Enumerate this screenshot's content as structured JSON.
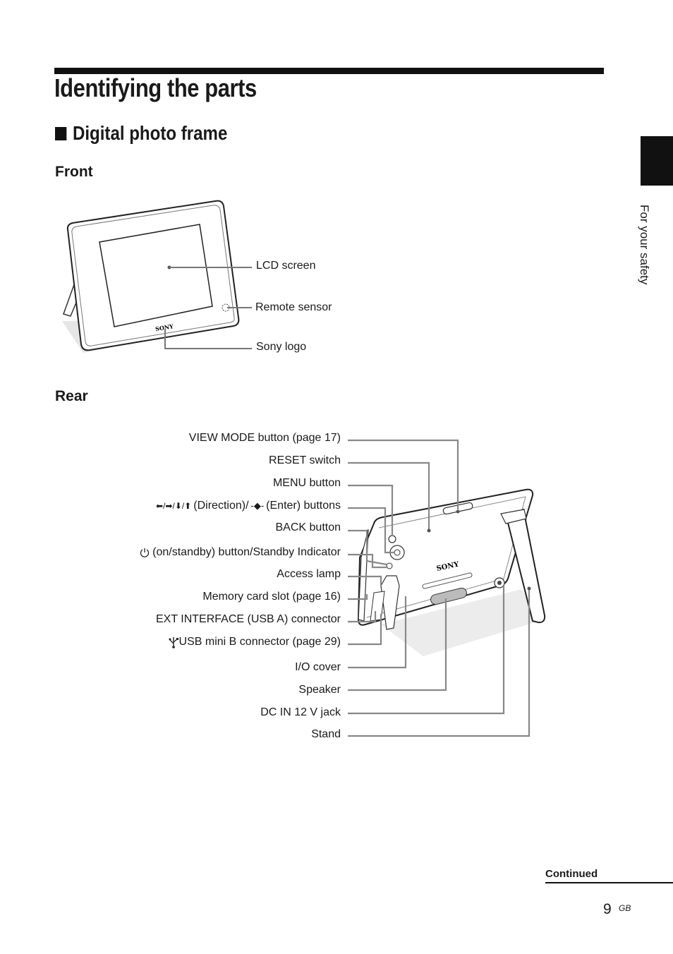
{
  "page_title": "Identifying the parts",
  "section_title": "Digital photo frame",
  "side_tab_text": "For your safety",
  "front": {
    "heading": "Front",
    "labels": [
      "LCD screen",
      "Remote sensor",
      "Sony logo"
    ]
  },
  "rear": {
    "heading": "Rear",
    "labels": [
      "VIEW MODE button (page 17)",
      "RESET switch",
      "MENU button",
      "(Direction)/",
      "(Enter) buttons",
      "BACK button",
      "(on/standby) button/Standby Indicator",
      "Access lamp",
      "Memory card slot (page 16)",
      "EXT INTERFACE (USB A) connector",
      "USB mini B connector (page 29)",
      "I/O cover",
      "Speaker",
      "DC IN 12 V jack",
      "Stand"
    ]
  },
  "brand_mark": "SONY",
  "footer": {
    "continued": "Continued",
    "page_number": "9",
    "page_suffix": "GB"
  }
}
